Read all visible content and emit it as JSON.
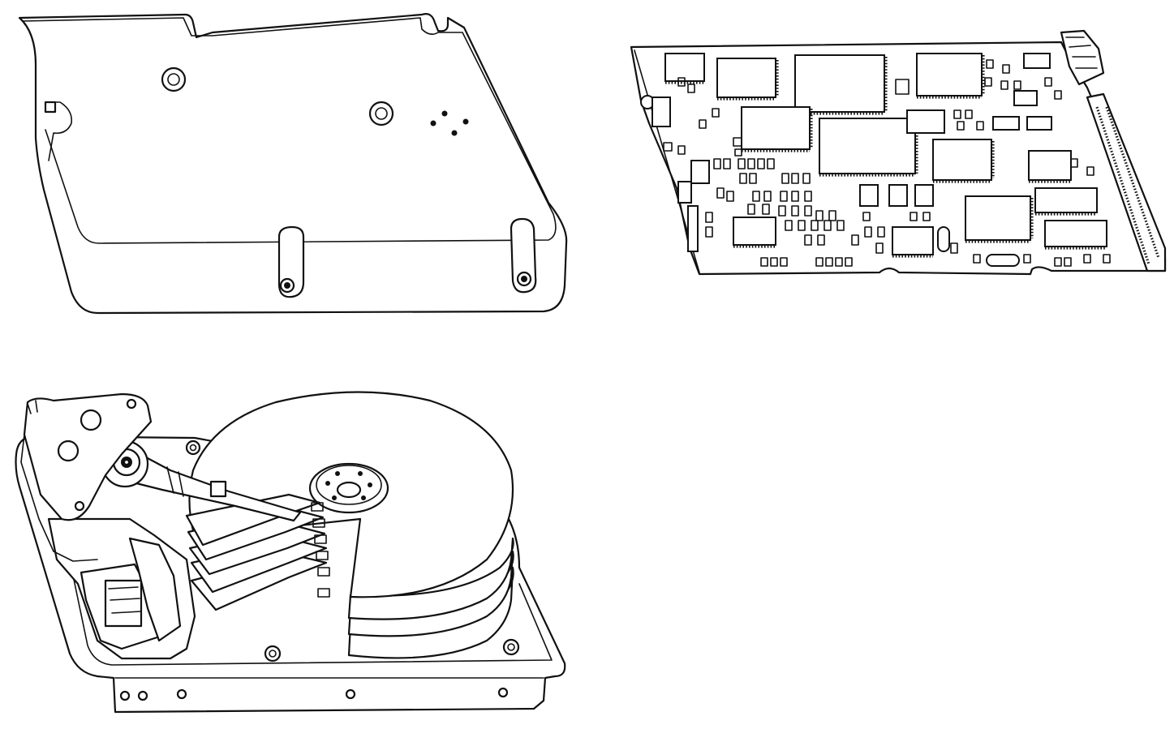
{
  "figure": {
    "parts": [
      {
        "name": "top-cover"
      },
      {
        "name": "logic-board"
      },
      {
        "name": "head-disk-assembly"
      }
    ],
    "ink_color": "#111111",
    "background_color": "#ffffff"
  }
}
